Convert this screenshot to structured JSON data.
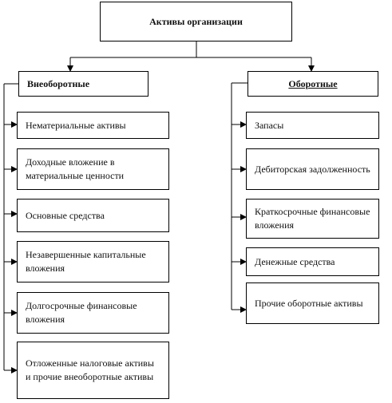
{
  "root": {
    "title": "Активы организации"
  },
  "left_group": {
    "title": "Внеоборотные",
    "items": [
      "Нематериальные активы",
      "Доходные вложение в материальные ценности",
      "Основные средства",
      "Незавершенные капитальные вложения",
      "Долгосрочные финансовые вложения",
      "Отложенные налоговые активы и прочие внеоборотные активы"
    ]
  },
  "right_group": {
    "title": "Оборотные",
    "items": [
      "Запасы",
      "Дебиторская задолженность",
      "Краткосрочные финансовые вложения",
      "Денежные средства",
      "Прочие оборотные активы"
    ]
  }
}
